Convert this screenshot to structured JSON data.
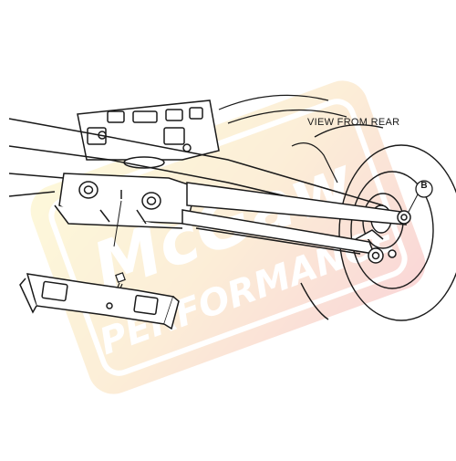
{
  "diagram": {
    "view_label": "VIEW FROM REAR",
    "callout_letter": "B"
  },
  "watermark": {
    "text_line1": "McGaw",
    "text_line2": "PERFORMANCE",
    "colors": [
      "#e4252a",
      "#f0a32a",
      "#f7dc3a"
    ]
  }
}
